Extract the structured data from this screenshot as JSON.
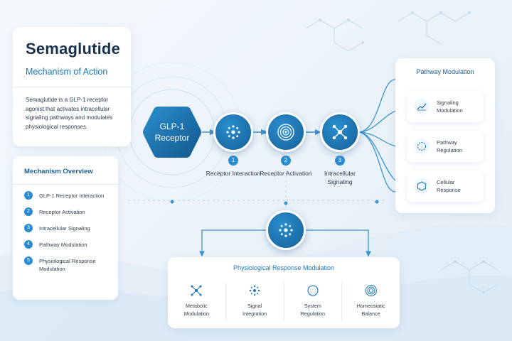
{
  "title_card": {
    "title": "Semaglutide",
    "subtitle": "Mechanism of Action",
    "description": "Semaglutide is a GLP-1 receptor agonist that activates intracellular signaling pathways and modulates physiological responses."
  },
  "overview": {
    "heading": "Mechanism Overview",
    "items": [
      {
        "num": "1",
        "label": "GLP-1 Receptor Interaction"
      },
      {
        "num": "2",
        "label": "Receptor Activation"
      },
      {
        "num": "3",
        "label": "Intracellular Signaling"
      },
      {
        "num": "4",
        "label": "Pathway Modulation"
      },
      {
        "num": "5",
        "label": "Physiological Response Modulation"
      }
    ]
  },
  "receptor": {
    "label": "GLP-1 Receptor"
  },
  "steps": [
    {
      "num": "1",
      "label": "Receptor Interaction",
      "icon": "dots-ring-icon"
    },
    {
      "num": "2",
      "label": "Receptor Activation",
      "icon": "concentric-circles-icon"
    },
    {
      "num": "3",
      "label": "Intracellular Signaling",
      "icon": "network-icon"
    }
  ],
  "pathway": {
    "heading": "Pathway Modulation",
    "items": [
      {
        "label": "Signaling Modulation",
        "icon": "chart-line-icon"
      },
      {
        "label": "Pathway Regulation",
        "icon": "dashed-circle-icon"
      },
      {
        "label": "Cellular Response",
        "icon": "hexagon-icon"
      }
    ]
  },
  "physio": {
    "heading": "Physiological Response Modulation",
    "items": [
      {
        "label": "Metabolic Modulation",
        "icon": "network-icon"
      },
      {
        "label": "Signal Integration",
        "icon": "dots-ring-icon"
      },
      {
        "label": "System Regulation",
        "icon": "circle-icon"
      },
      {
        "label": "Homeostatic Balance",
        "icon": "concentric-circles-icon"
      }
    ]
  },
  "colors": {
    "primary": "#1a78b8",
    "node_dark": "#155f96",
    "node_light": "#2a8fcf",
    "heading_dark": "#17324d",
    "background": "#eef4fa"
  }
}
